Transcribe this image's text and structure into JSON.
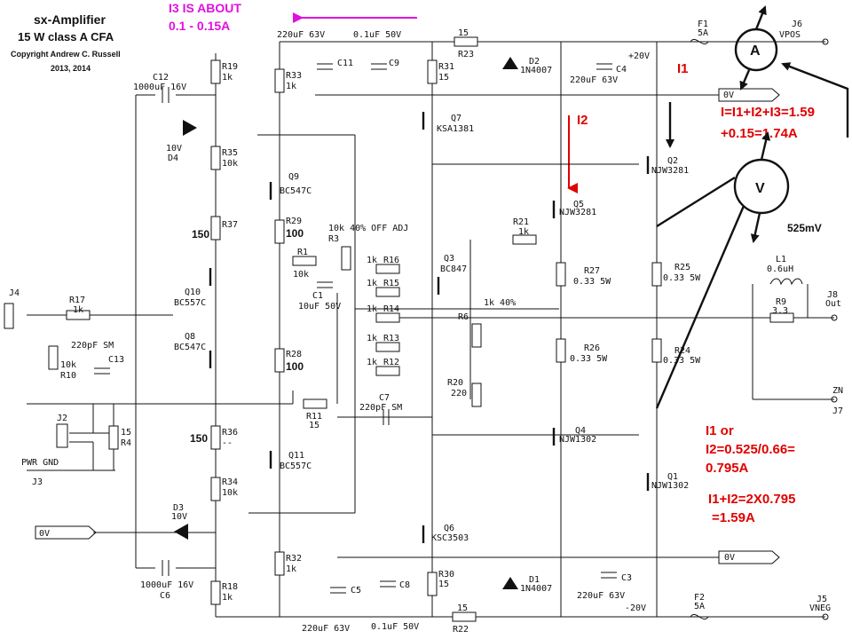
{
  "title": {
    "line1": "sx-Amplifier",
    "line2": "15 W class A CFA",
    "line3": "Copyright  Andrew C. Russell",
    "line4": "2013, 2014"
  },
  "annotations": {
    "i3_line1": "I3 IS ABOUT",
    "i3_line2": "0.1 - 0.15A",
    "i1": "I1",
    "i2": "I2",
    "sum_line1": "I=I1+I2+I3=1.59",
    "sum_line2": "+0.15=1.74A",
    "voltage": "525mV",
    "calc1_line1": "I1 or",
    "calc1_line2": "I2=0.525/0.66=",
    "calc1_line3": "0.795A",
    "calc2_line1": "I1+I2=2X0.795",
    "calc2_line2": "=1.59A",
    "colors": {
      "red": "#e00000",
      "magenta": "#e010e0"
    }
  },
  "meters": {
    "ammeter": "A",
    "voltmeter": "V"
  },
  "connectors": {
    "j4": "J4",
    "j2": "J2",
    "j3_name": "PWR GND",
    "j3": "J3",
    "j6": "J6",
    "j6_net": "VPOS",
    "j5": "J5",
    "j5_net": "VNEG",
    "j8": "J8",
    "j8_net": "Out",
    "j7": "J7",
    "j7_net": "ZN"
  },
  "nets": {
    "zero_v": "0V",
    "pos_rail": "+20V",
    "neg_rail": "-20V"
  },
  "components": {
    "c12": "C12",
    "c12_val": "1000uF 16V",
    "r19": "R19",
    "r19_val": "1k",
    "d4_val": "10V",
    "d4": "D4",
    "r35": "R35",
    "r35_val": "10k",
    "r37": "R37",
    "r37_hand": "150",
    "q10": "Q10",
    "q10_val": "BC557C",
    "q8": "Q8",
    "q8_val": "BC547C",
    "r36": "R36",
    "r36_val": "--",
    "r36_hand": "150",
    "r34": "R34",
    "r34_val": "10k",
    "d3": "D3",
    "d3_val": "10V",
    "r18": "R18",
    "r18_val": "1k",
    "c6": "C6",
    "c6_val": "1000uF 16V",
    "r17": "R17",
    "r17_val": "1k",
    "r10": "R10",
    "r10_val": "10k",
    "c13": "C13",
    "c13_val": "220pF SM",
    "r4": "R4",
    "r4_val": "15",
    "r33": "R33",
    "r33_val": "1k",
    "c11": "C11",
    "c9": "C9",
    "c11_top": "220uF 63V",
    "c9_top": "0.1uF 50V",
    "q9": "Q9",
    "q9_val": "BC547C",
    "r29": "R29",
    "r29_hand": "100",
    "r1": "R1",
    "r1_val": "10k",
    "r3": "R3",
    "r3_val": "10k 40% OFF ADJ",
    "c1": "C1",
    "c1_val": "10uF 50V",
    "r28": "R28",
    "r28_hand": "100",
    "r11": "R11",
    "r11_val": "15",
    "c7": "C7",
    "c7_val": "220pF SM",
    "q11": "Q11",
    "q11_val": "BC557C",
    "r32": "R32",
    "r32_val": "1k",
    "c5": "C5",
    "c8": "C8",
    "c5_bottom": "220uF 63V",
    "c8_bottom": "0.1uF 50V",
    "r16": "R16",
    "r15": "R15",
    "r14": "R14",
    "r13": "R13",
    "r12": "R12",
    "r_ladder_val": "1k",
    "r23": "R23",
    "r23_val": "15",
    "r31": "R31",
    "r31_val": "15",
    "q7": "Q7",
    "q7_val": "KSA1381",
    "d2": "D2",
    "d2_val": "1N4007",
    "c4": "C4",
    "c4_val": "220uF 63V",
    "f1": "F1",
    "f1_val": "5A",
    "q2": "Q2",
    "q2_val": "NJW3281",
    "q5": "Q5",
    "q5_val": "NJW3281",
    "r21": "R21",
    "r21_val": "1k",
    "q3": "Q3",
    "q3_val": "BC847",
    "r27": "R27",
    "r27_val": "0.33 5W",
    "r25": "R25",
    "r25_val": "0.33 5W",
    "r6": "R6",
    "r6_val": "1k 40%",
    "r20": "R20",
    "r20_val": "220",
    "r26": "R26",
    "r26_val": "0.33 5W",
    "r24": "R24",
    "r24_val": "0.33 5W",
    "l1": "L1",
    "l1_val": "0.6uH",
    "r9": "R9",
    "r9_val": "3.3",
    "q4": "Q4",
    "q4_val": "NJW1302",
    "q1": "Q1",
    "q1_val": "NJW1302",
    "q6": "Q6",
    "q6_val": "KSC3503",
    "r30": "R30",
    "r30_val": "15",
    "d1": "D1",
    "d1_val": "1N4007",
    "c3": "C3",
    "c3_val": "220uF 63V",
    "f2": "F2",
    "f2_val": "5A",
    "r22": "R22",
    "r22_val": "15"
  }
}
